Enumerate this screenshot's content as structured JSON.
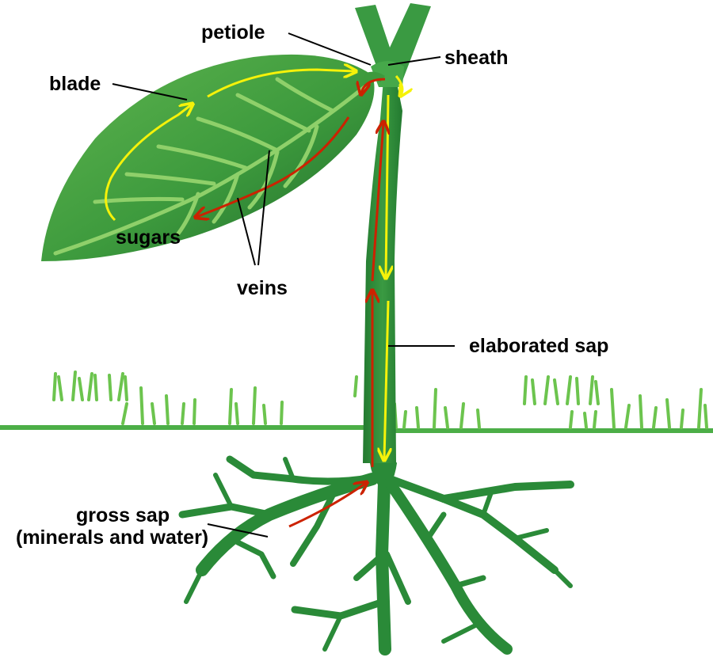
{
  "labels": {
    "petiole": "petiole",
    "sheath": "sheath",
    "blade": "blade",
    "sugars": "sugars",
    "veins": "veins",
    "elaborated_sap": "elaborated sap",
    "gross_sap_line1": "gross sap",
    "gross_sap_line2": "(minerals and water)"
  },
  "colors": {
    "leaf": "#3d9a3d",
    "leaf_dark": "#2a7a2f",
    "stem": "#2f8a3a",
    "root": "#2a8a38",
    "ground": "#4cae47",
    "grass": "#6cc44e",
    "yellow_flow": "#f5f20a",
    "red_flow": "#cc2200",
    "leader": "#000000"
  }
}
